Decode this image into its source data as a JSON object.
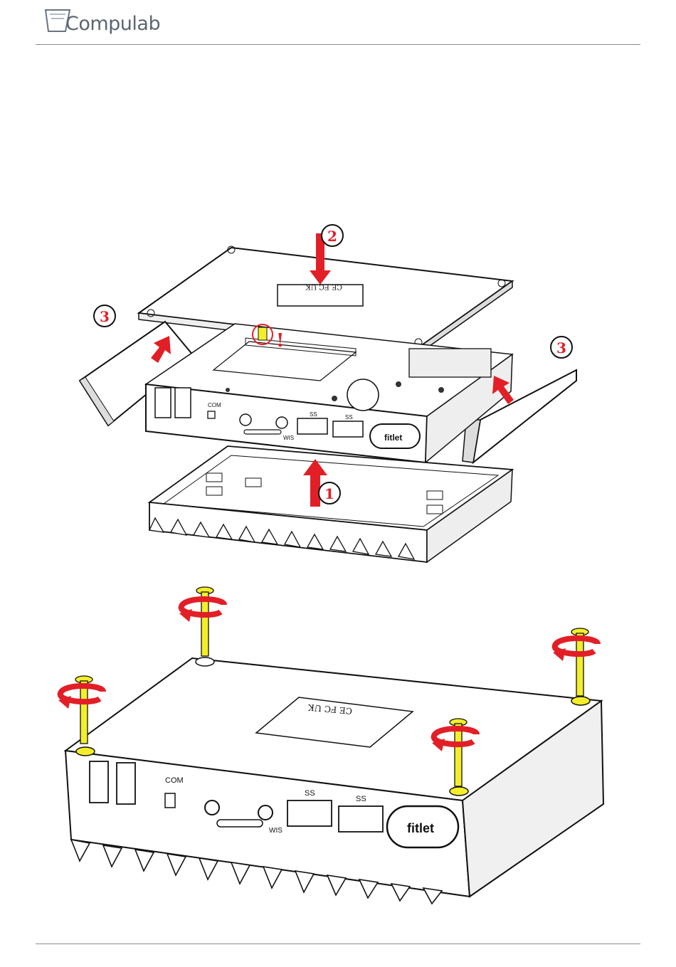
{
  "header": {
    "logo_text": "Compulab"
  },
  "figure_top": {
    "step_labels": [
      "1",
      "2",
      "3",
      "3"
    ],
    "warning_mark": "!",
    "cert_marks": "CE FC UK",
    "port_labels": {
      "com": "COM",
      "usb_ss_1": "SS",
      "usb_ss_2": "SS",
      "mini_slot": "WIS"
    },
    "logo_badge": "fitlet"
  },
  "figure_bottom": {
    "cert_marks": "CE FC UK",
    "port_labels": {
      "com": "COM",
      "usb_ss_1": "SS",
      "usb_ss_2": "SS",
      "mini_slot": "WIS"
    },
    "logo_badge": "fitlet",
    "screw_count": 4
  },
  "colors": {
    "arrow_red": "#e21f26",
    "screw_yellow": "#f4ee2a",
    "header_text": "#5c6571",
    "line": "#1a1a1a"
  }
}
